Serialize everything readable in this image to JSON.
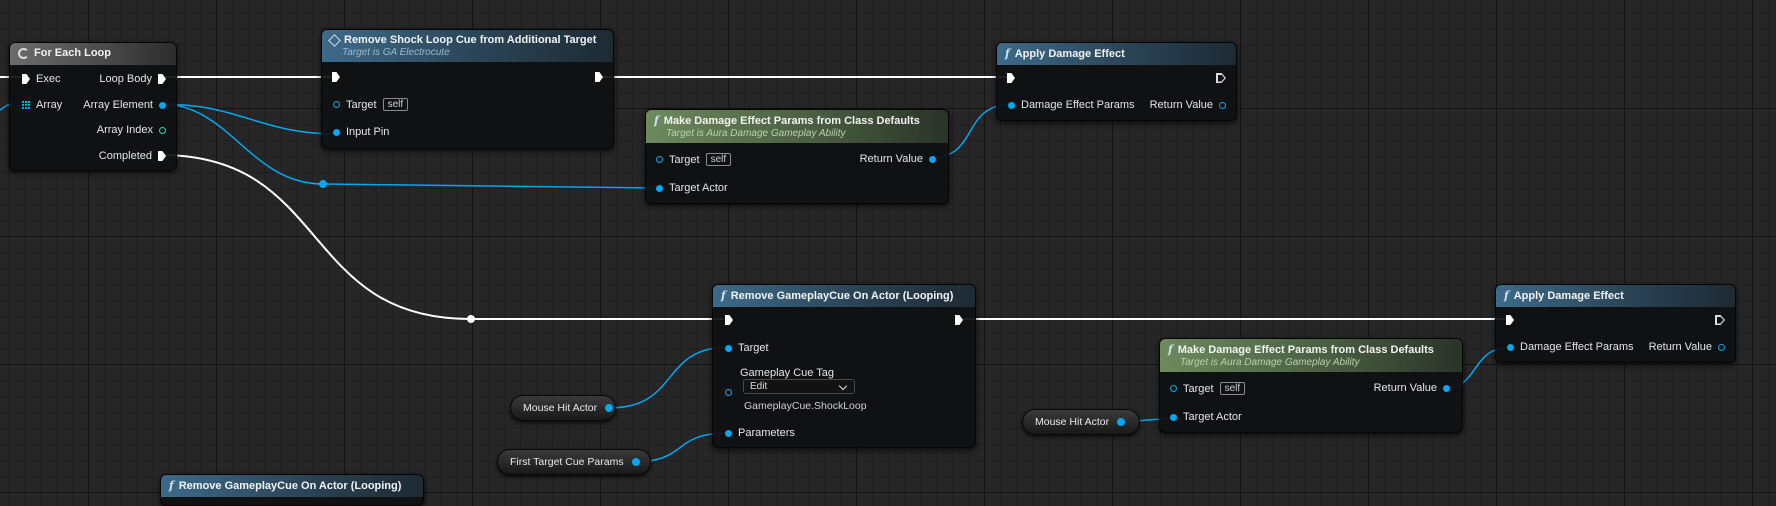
{
  "for_each_loop": {
    "title": "For Each Loop",
    "exec": "Exec",
    "array": "Array",
    "loop_body": "Loop Body",
    "array_element": "Array Element",
    "array_index": "Array Index",
    "completed": "Completed"
  },
  "remove_shock_cue": {
    "title": "Remove Shock Loop Cue from Additional Target",
    "subtitle": "Target is GA Electrocute",
    "target": "Target",
    "target_value": "self",
    "input_pin": "Input Pin"
  },
  "make_params_1": {
    "title": "Make Damage Effect Params from Class Defaults",
    "subtitle": "Target is Aura Damage Gameplay Ability",
    "target": "Target",
    "target_value": "self",
    "target_actor": "Target Actor",
    "return_value": "Return Value"
  },
  "apply_damage_1": {
    "title": "Apply Damage Effect",
    "damage_effect_params": "Damage Effect Params",
    "return_value": "Return Value"
  },
  "remove_cue_looping": {
    "title": "Remove GameplayCue On Actor (Looping)",
    "target": "Target",
    "gameplay_cue_tag": "Gameplay Cue Tag",
    "dropdown_value": "Edit",
    "tag_value": "GameplayCue.ShockLoop",
    "parameters": "Parameters"
  },
  "mouse_hit_actor_1": {
    "label": "Mouse Hit Actor"
  },
  "first_target_cue_params": {
    "label": "First Target Cue Params"
  },
  "make_params_2": {
    "title": "Make Damage Effect Params from Class Defaults",
    "subtitle": "Target is Aura Damage Gameplay Ability",
    "target": "Target",
    "target_value": "self",
    "target_actor": "Target Actor",
    "return_value": "Return Value"
  },
  "mouse_hit_actor_2": {
    "label": "Mouse Hit Actor"
  },
  "apply_damage_2": {
    "title": "Apply Damage Effect",
    "damage_effect_params": "Damage Effect Params",
    "return_value": "Return Value"
  },
  "remove_cue_looping_partial": {
    "title": "Remove GameplayCue On Actor (Looping)"
  },
  "colors": {
    "exec_wire": "#ffffff",
    "object_wire": "#00a8f3",
    "function_header": "#3d6a8a",
    "pure_header": "#6d8a5e",
    "macro_header": "#6c6c6c"
  }
}
